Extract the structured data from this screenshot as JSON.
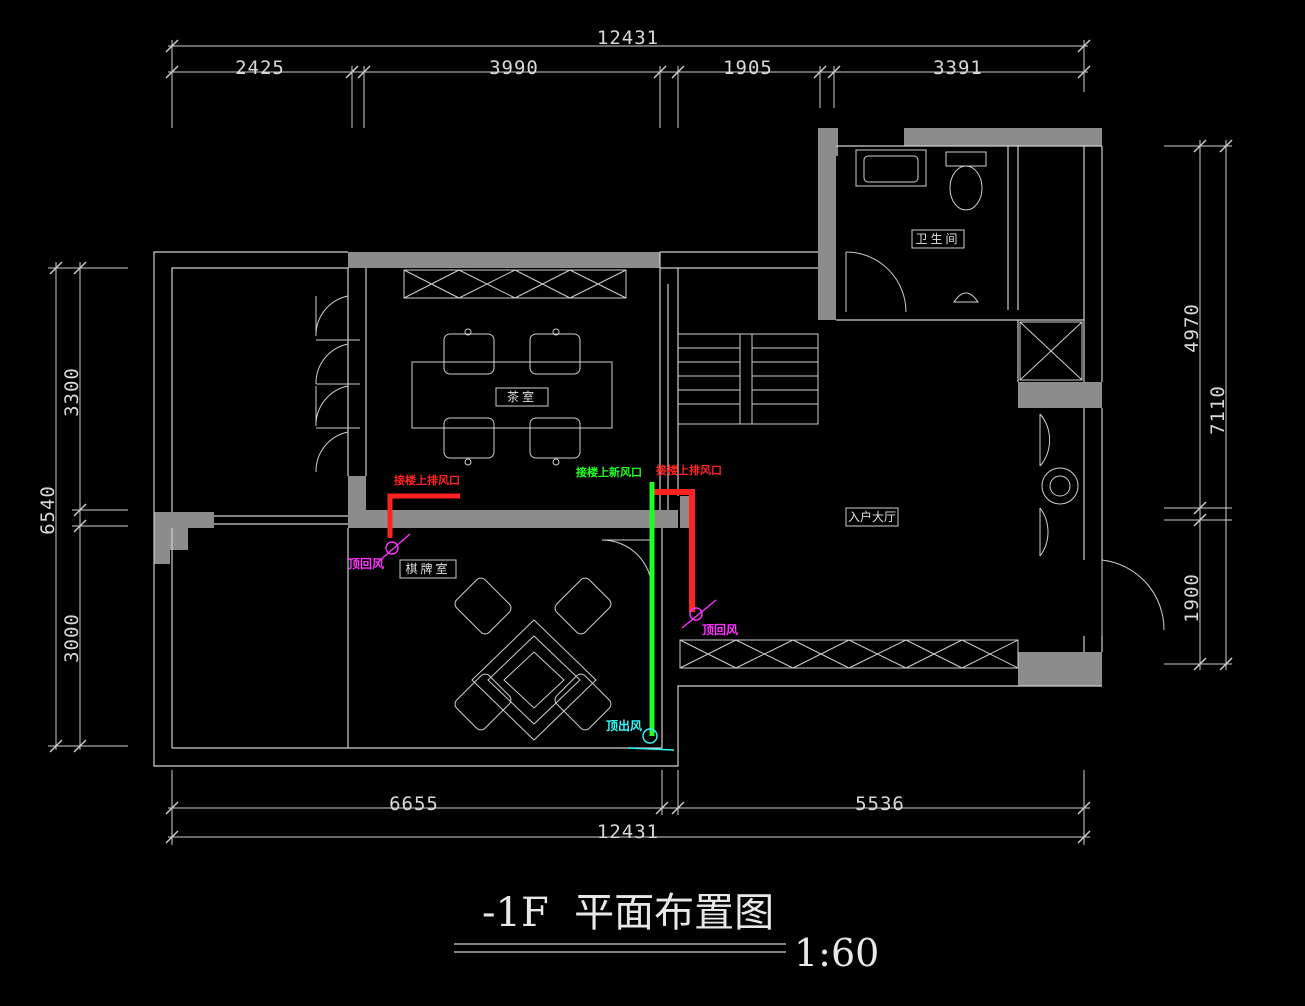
{
  "dimensions": {
    "top_total": "12431",
    "top_1": "2425",
    "top_2": "3990",
    "top_3": "1905",
    "top_4": "3391",
    "bottom_1": "6655",
    "bottom_2": "5536",
    "bottom_total": "12431",
    "left_total": "6540",
    "left_1": "3300",
    "left_2": "3000",
    "right_total": "7110",
    "right_1": "4970",
    "right_2": "1900"
  },
  "rooms": {
    "bathroom": "卫生间",
    "tea_room": "茶室",
    "chess_room": "棋牌室",
    "entry_hall": "入户大厅"
  },
  "ducts": {
    "exhaust_left": "接楼上排风口",
    "fresh_air": "接楼上新风口",
    "exhaust_right": "接楼上排风口",
    "return_left": "顶回风",
    "return_right": "顶回风",
    "supply": "顶出风"
  },
  "title": {
    "main": "-1F  平面布置图",
    "scale": "1:60"
  },
  "colors": {
    "background": "#000000",
    "wall": "#8c8c8c",
    "line": "#cfcfcf",
    "exhaust": "#ff2222",
    "fresh_air": "#22ff22",
    "return": "#ff33ff",
    "supply": "#33ffff"
  }
}
